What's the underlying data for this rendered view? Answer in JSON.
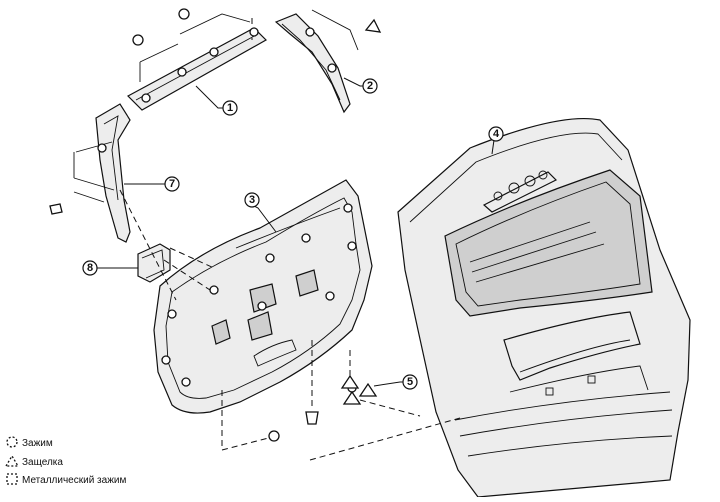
{
  "callouts": [
    {
      "id": "1",
      "label": "1"
    },
    {
      "id": "2",
      "label": "2"
    },
    {
      "id": "3",
      "label": "3"
    },
    {
      "id": "4",
      "label": "4"
    },
    {
      "id": "5",
      "label": "5"
    },
    {
      "id": "7",
      "label": "7"
    },
    {
      "id": "8",
      "label": "8"
    }
  ],
  "legend": {
    "clip": "Зажим",
    "latch": "Защелка",
    "metal_clip": "Металлический зажим"
  }
}
